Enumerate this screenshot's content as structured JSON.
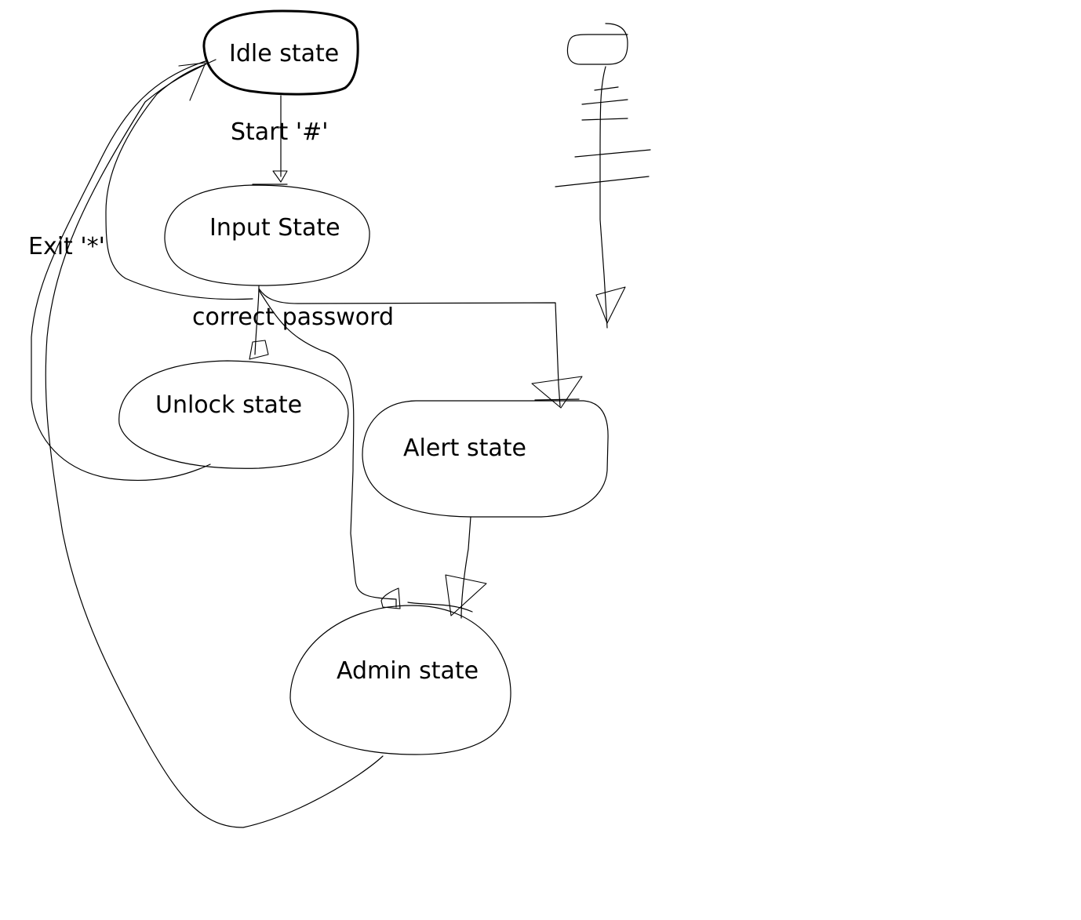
{
  "diagram": {
    "line_color": "#000000",
    "background": "#ffffff",
    "states": {
      "idle": "Idle state",
      "input": "Input State",
      "unlock": "Unlock state",
      "alert": "Alert state",
      "admin": "Admin state"
    },
    "transitions": {
      "start": "Start '#'",
      "exit": "Exit '*'",
      "correct_password": "correct password"
    }
  }
}
